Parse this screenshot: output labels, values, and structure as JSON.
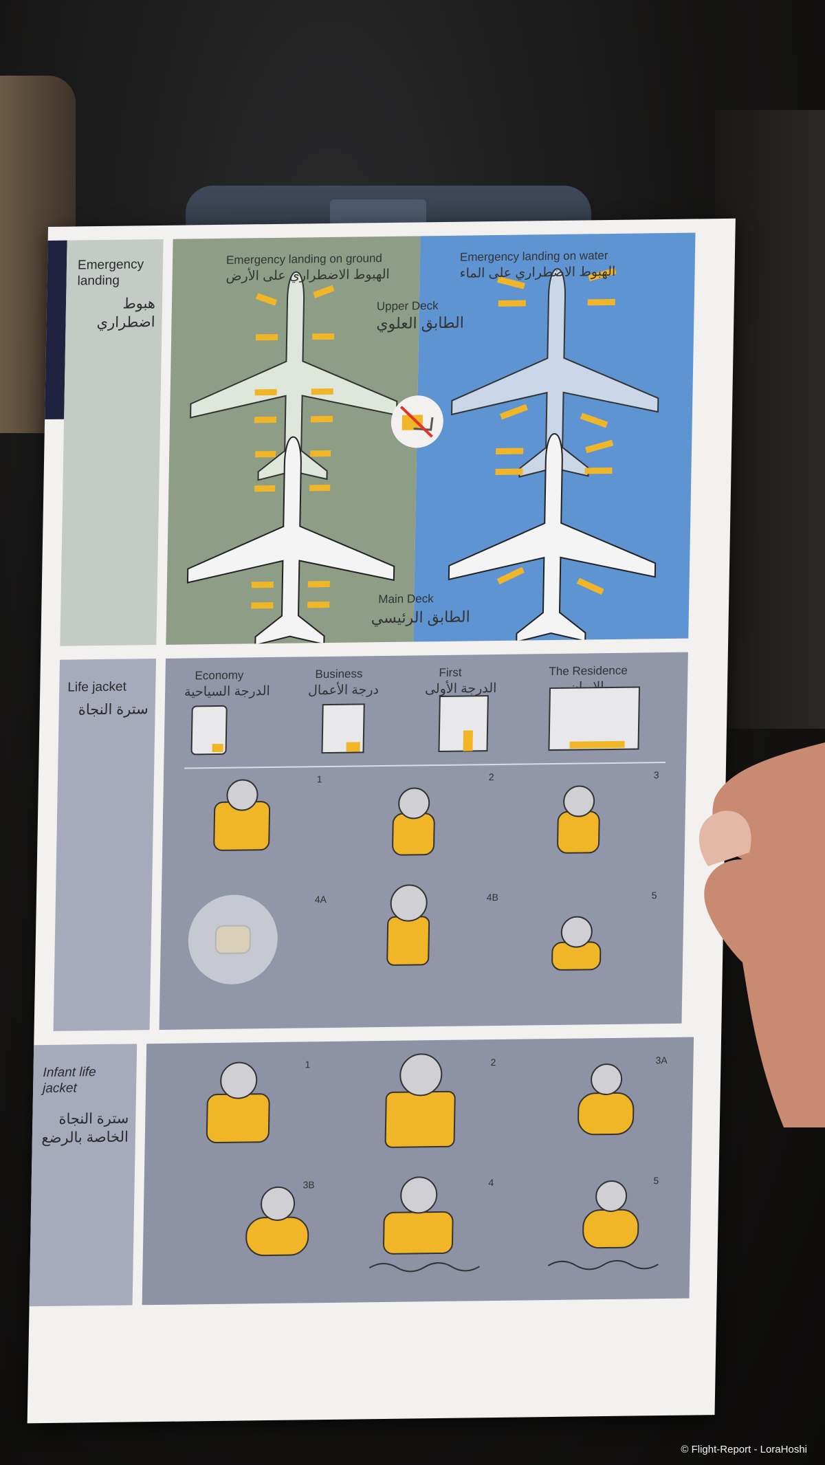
{
  "card": {
    "emergency": {
      "label_en": "Emergency landing",
      "label_ar": "هبوط اضطراري",
      "ground_en": "Emergency landing on ground",
      "ground_ar": "الهبوط الاضطراري على الأرض",
      "water_en": "Emergency landing on water",
      "water_ar": "الهبوط الاضطراري على الماء",
      "upper_en": "Upper Deck",
      "upper_ar": "الطابق العلوي",
      "main_en": "Main Deck",
      "main_ar": "الطابق الرئيسي"
    },
    "life_jacket": {
      "label_en": "Life jacket",
      "label_ar": "سترة النجاة",
      "classes": [
        {
          "en": "Economy",
          "ar": "الدرجة السياحية"
        },
        {
          "en": "Business",
          "ar": "درجة الأعمال"
        },
        {
          "en": "First",
          "ar": "الدرجة الأولى"
        },
        {
          "en": "The Residence",
          "ar": "الإيوان"
        }
      ],
      "steps": [
        "1",
        "2",
        "3",
        "4A",
        "4B",
        "5"
      ]
    },
    "infant": {
      "label_en": "Infant life jacket",
      "label_ar": "سترة النجاة الخاصة بالرضع",
      "steps": [
        "1",
        "2",
        "3A",
        "3B",
        "4",
        "5"
      ]
    }
  },
  "colors": {
    "ground": "#8e9e86",
    "water": "#5f94d2",
    "panel": "#9196a8",
    "yellow": "#f0b628",
    "label_bg": "#c4cac6"
  },
  "credit": "© Flight-Report - LoraHoshi"
}
